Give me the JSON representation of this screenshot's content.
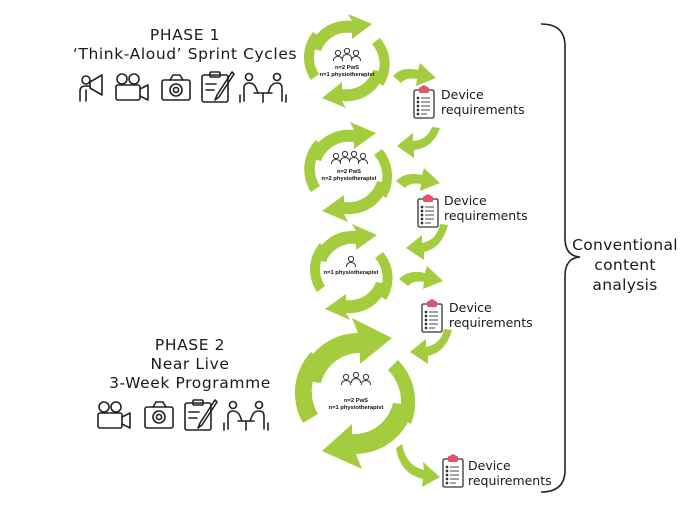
{
  "phase1": {
    "title": "PHASE 1",
    "subtitle": "‘Think-Aloud’ Sprint Cycles",
    "icons": [
      "megaphone-person-icon",
      "video-camera-icon",
      "camera-icon",
      "clipboard-pen-icon",
      "interview-table-icon"
    ]
  },
  "phase2": {
    "title": "PHASE 2",
    "line2": "Near Live",
    "line3": "3-Week Programme",
    "icons": [
      "video-camera-icon",
      "camera-icon",
      "clipboard-pen-icon",
      "interview-table-icon"
    ]
  },
  "cycles": [
    {
      "line1": "n=2 PwS",
      "line2": "n=1 physiotherapist",
      "people_icon": "three-people-icon"
    },
    {
      "line1": "n=2 PwS",
      "line2": "n=2 physiotherapist",
      "people_icon": "four-people-icon"
    },
    {
      "line1": "n=1 physiotherapist",
      "line2": "",
      "people_icon": "person-icon"
    },
    {
      "line1": "n=2 PwS",
      "line2": "n=1 physiotherapist",
      "people_icon": "three-people-icon"
    }
  ],
  "requirements": [
    {
      "line1": "Device",
      "line2": "requirements"
    },
    {
      "line1": "Device",
      "line2": "requirements"
    },
    {
      "line1": "Device",
      "line2": "requirements"
    },
    {
      "line1": "Device",
      "line2": "requirements"
    }
  ],
  "analysis": {
    "line1": "Conventional",
    "line2": "content",
    "line3": "analysis"
  },
  "colors": {
    "arrow_green": "#a4cc3f",
    "text": "#1a1a1a",
    "clip_pink": "#e0526e"
  }
}
